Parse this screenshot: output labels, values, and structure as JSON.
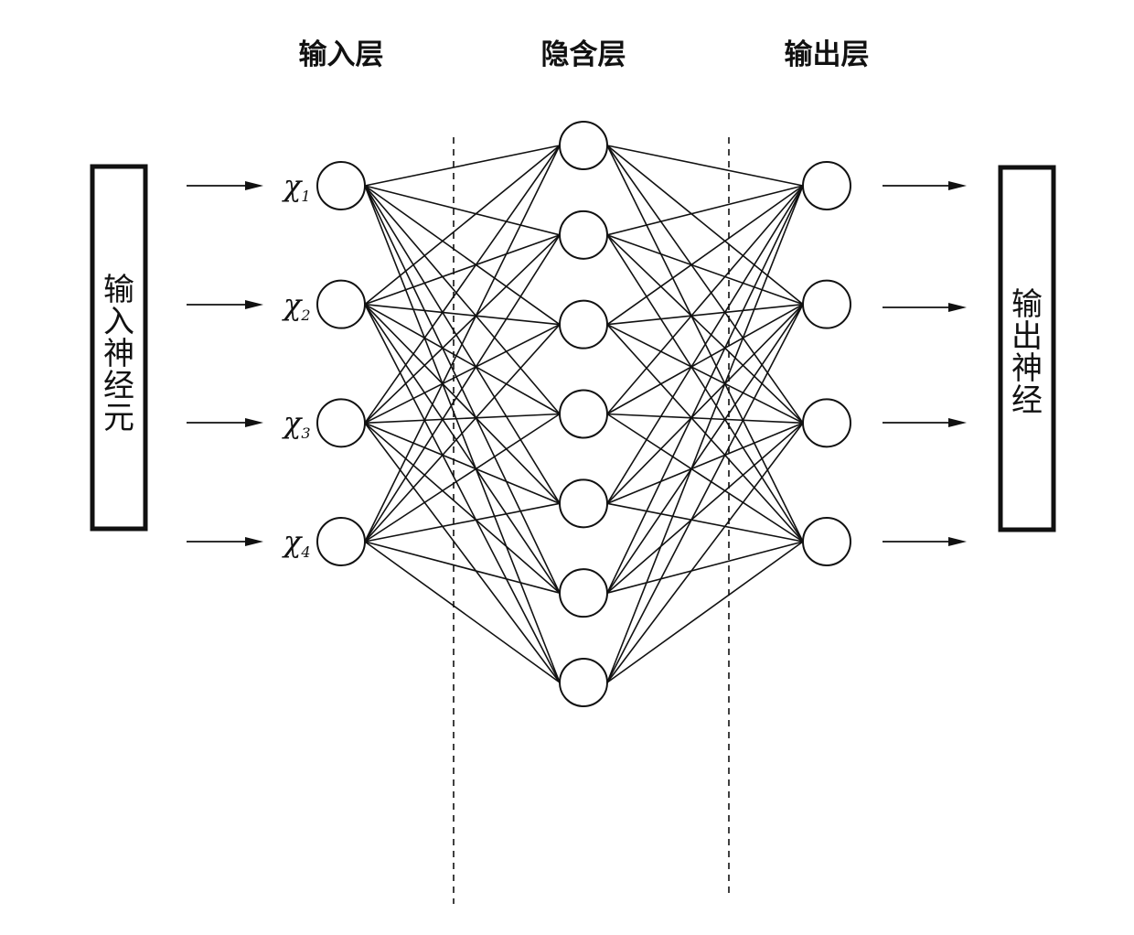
{
  "titles": {
    "input_layer": "输入层",
    "hidden_layer": "隐含层",
    "output_layer": "输出层"
  },
  "boxes": {
    "input_box_chars": [
      "输",
      "入",
      "神",
      "经",
      "元"
    ],
    "output_box_chars": [
      "输",
      "出",
      "神",
      "经"
    ]
  },
  "input_labels": [
    {
      "base": "χ",
      "sub": "1"
    },
    {
      "base": "χ",
      "sub": "2"
    },
    {
      "base": "χ",
      "sub": "3"
    },
    {
      "base": "χ",
      "sub": "4"
    }
  ],
  "network": {
    "input_count": 4,
    "hidden_count": 7,
    "output_count": 4
  },
  "colors": {
    "ink": "#111111",
    "background": "#ffffff"
  }
}
